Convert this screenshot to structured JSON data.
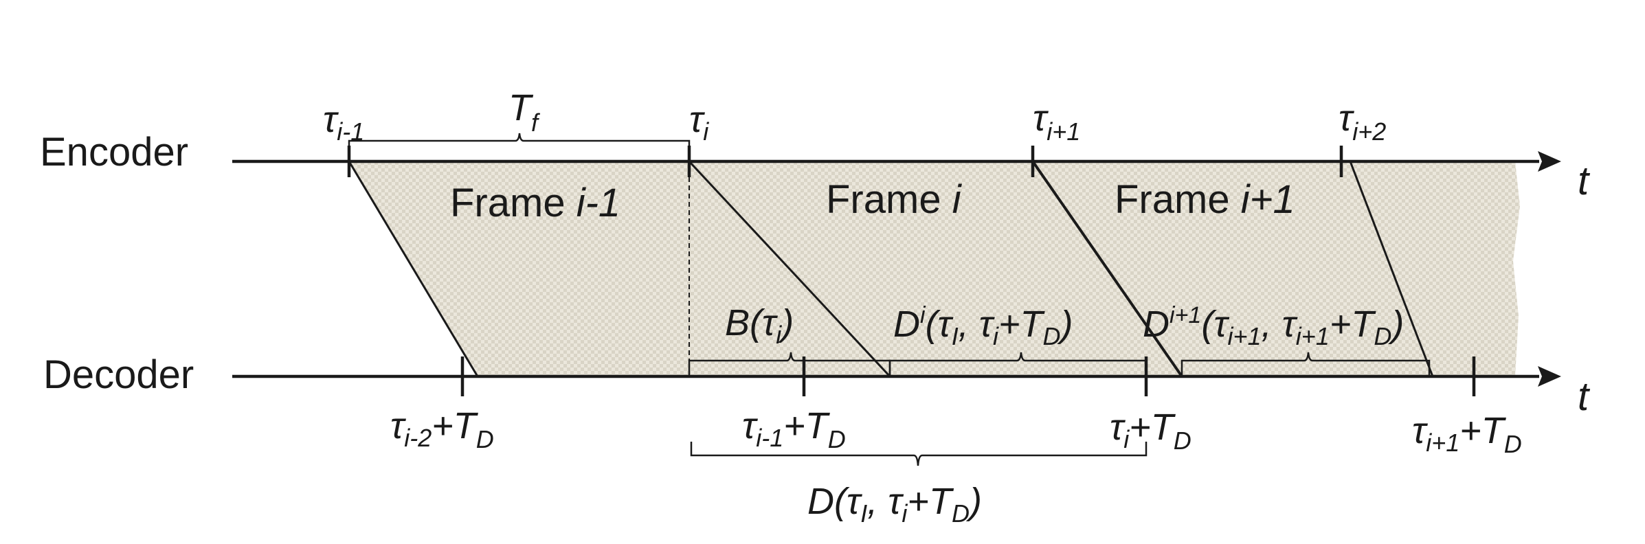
{
  "lanes": {
    "encoder": "Encoder",
    "decoder": "Decoder",
    "time_symbol": "t"
  },
  "frames": {
    "prev": {
      "word": "Frame",
      "index": "i-1"
    },
    "curr": {
      "word": "Frame",
      "index": "i"
    },
    "next": {
      "word": "Frame",
      "index": "i+1"
    }
  },
  "encoder_ticks": {
    "t_im1": {
      "sym": "τ",
      "sub": "i-1"
    },
    "t_i": {
      "sym": "τ",
      "sub": "i"
    },
    "t_ip1": {
      "sym": "τ",
      "sub": "i+1"
    },
    "t_ip2": {
      "sym": "τ",
      "sub": "i+2"
    }
  },
  "frame_period": {
    "sym": "T",
    "sub": "f"
  },
  "decoder_ticks": {
    "d_im2": {
      "sym": "τ",
      "sub": "i-2",
      "plus": "+T",
      "plus_sub": "D"
    },
    "d_im1": {
      "sym": "τ",
      "sub": "i-1",
      "plus": "+T",
      "plus_sub": "D"
    },
    "d_i": {
      "sym": "τ",
      "sub": "i",
      "plus": "+T",
      "plus_sub": "D"
    },
    "d_ip1": {
      "sym": "τ",
      "sub": "i+1",
      "plus": "+T",
      "plus_sub": "D"
    }
  },
  "brace_labels": {
    "buffer": {
      "pre": "B(",
      "sym": "τ",
      "sub": "i",
      "post": ")"
    },
    "di": {
      "pre": "D",
      "sup": "i",
      "open": "(",
      "s1": "τ",
      "s1sub": "I",
      "comma": ", ",
      "s2": "τ",
      "s2sub": "i",
      "plus": "+T",
      "plus_sub": "D",
      "post": ")"
    },
    "dip1": {
      "pre": "D",
      "sup": "i+1",
      "open": "(",
      "s1": "τ",
      "s1sub": "i+1",
      "comma": ", ",
      "s2": "τ",
      "s2sub": "i+1",
      "plus": "+T",
      "plus_sub": "D",
      "post": ")"
    },
    "total": {
      "pre": "D(",
      "s1": "τ",
      "s1sub": "I",
      "comma": ", ",
      "s2": "τ",
      "s2sub": "i",
      "plus": "+T",
      "plus_sub": "D",
      "post": ")"
    }
  }
}
